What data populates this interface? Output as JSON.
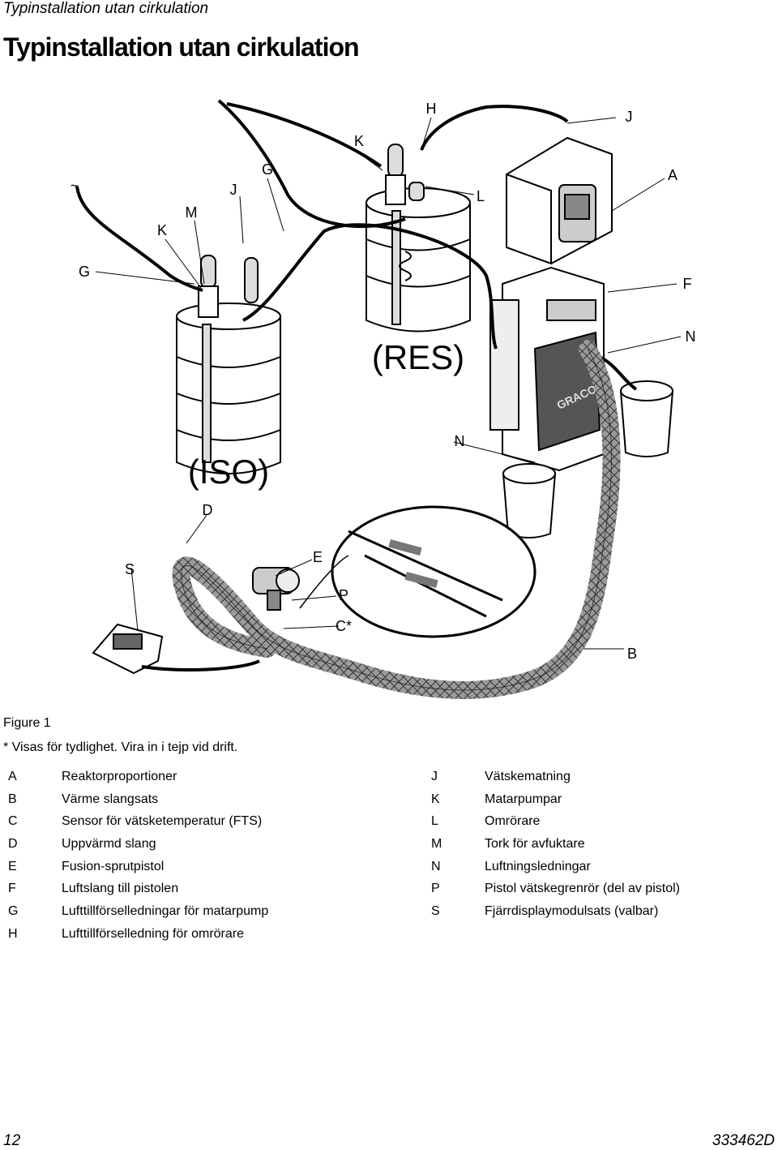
{
  "header": {
    "running_title": "Typinstallation utan cirkulation"
  },
  "title": "Typinstallation utan cirkulation",
  "figure": {
    "callouts": {
      "h": "H",
      "j_top": "J",
      "k_top": "K",
      "g_top": "G",
      "j_mid": "J",
      "a": "A",
      "l": "L",
      "m": "M",
      "k_left": "K",
      "tilde": "~",
      "g_left": "G",
      "f": "F",
      "n_right": "N",
      "res": "(RES)",
      "n_mid": "N",
      "iso": "(ISO)",
      "d": "D",
      "e": "E",
      "s": "S",
      "p": "P",
      "c": "C*",
      "b": "B"
    },
    "caption": "Figure 1"
  },
  "footnote": "* Visas för tydlighet.  Vira in i tejp vid drift.",
  "legend_left": [
    {
      "key": "A",
      "text": "Reaktorproportioner"
    },
    {
      "key": "B",
      "text": "Värme slangsats"
    },
    {
      "key": "C",
      "text": "Sensor för vätsketemperatur (FTS)"
    },
    {
      "key": "D",
      "text": "Uppvärmd slang"
    },
    {
      "key": "E",
      "text": "Fusion-sprutpistol"
    },
    {
      "key": "F",
      "text": "Luftslang till pistolen"
    },
    {
      "key": "G",
      "text": "Lufttillförselledningar för matarpump"
    },
    {
      "key": "H",
      "text": "Lufttillförselledning för omrörare"
    }
  ],
  "legend_right": [
    {
      "key": "J",
      "text": "Vätskematning"
    },
    {
      "key": "K",
      "text": "Matarpumpar"
    },
    {
      "key": "L",
      "text": "Omrörare"
    },
    {
      "key": "M",
      "text": "Tork för avfuktare"
    },
    {
      "key": "N",
      "text": "Luftningsledningar"
    },
    {
      "key": "P",
      "text": "Pistol vätskegrenrör (del av pistol)"
    },
    {
      "key": "S",
      "text": "Fjärrdisplaymodulsats (valbar)"
    }
  ],
  "footer": {
    "page_number": "12",
    "doc_number": "333462D"
  },
  "brand_text": "GRACO"
}
